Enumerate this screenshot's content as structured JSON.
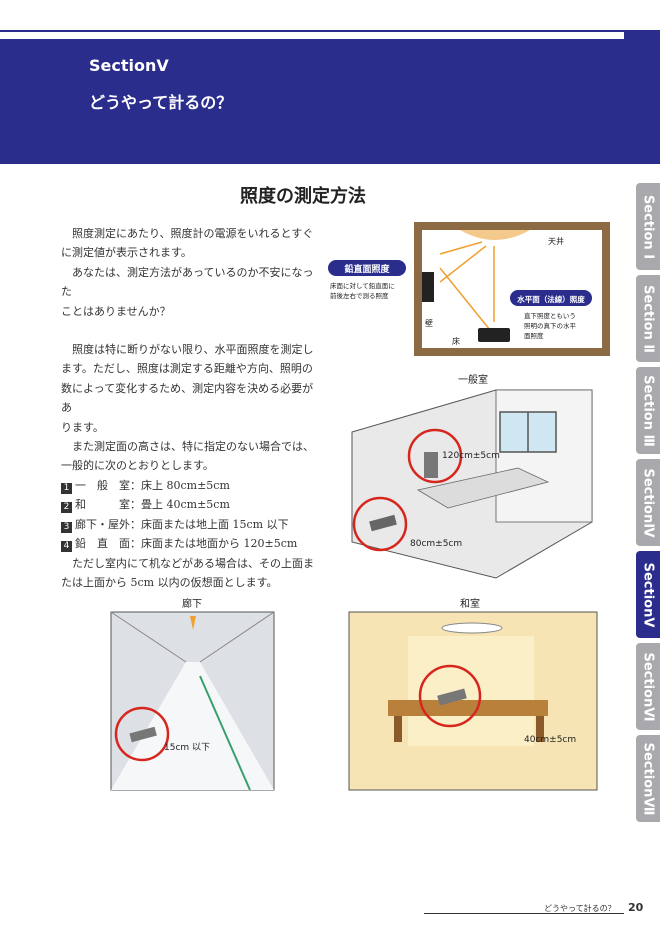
{
  "header": {
    "section": "SectionⅤ",
    "title": "どうやって計るの？"
  },
  "page_title": "照度の測定方法",
  "body": {
    "p1": [
      "照度測定にあたり、照度計の電源をいれるとすぐ",
      "に測定値が表示されます。"
    ],
    "p2": [
      "あなたは、測定方法があっているのか不安になった",
      "ことはありませんか？"
    ],
    "p3": [
      "照度は特に断りがない限り、水平面照度を測定し",
      "ます。ただし、照度は測定する距離や方向、照明の",
      "数によって変化するため、測定内容を決める必要があ",
      "ります。"
    ],
    "p4": [
      "また測定面の高さは、特に指定のない場合では、",
      "一般的に次のとおりとします。"
    ],
    "list": [
      {
        "num": "1",
        "text": "一　般　室：床上 80cm±5cm"
      },
      {
        "num": "2",
        "text": "和　　　室：畳上 40cm±5cm"
      },
      {
        "num": "3",
        "text": "廊下・屋外：床面または地上面 15cm 以下"
      },
      {
        "num": "4",
        "text": "鉛　直　面：床面または地面から 120±5cm"
      }
    ],
    "p5": [
      "ただし室内にて机などがある場合は、その上面ま",
      "たは上面から 5cm 以内の仮想面とします。"
    ]
  },
  "diagram_top": {
    "ceiling": "天井",
    "vertical_label": "鉛直面照度",
    "vertical_desc": [
      "床面に対して鉛直面に",
      "前後左右で測る照度"
    ],
    "wall": "壁",
    "horizontal_label": "水平面（法線）照度",
    "horizontal_desc": [
      "直下照度ともいう",
      "照明の真下の水平",
      "面照度"
    ],
    "floor": "床"
  },
  "general_room": {
    "title": "一般室",
    "dim1": "120cm±5cm",
    "dim2": "80cm±5cm"
  },
  "corridor": {
    "title": "廊下",
    "dim": "15cm 以下"
  },
  "washitsu": {
    "title": "和室",
    "dim": "40cm±5cm"
  },
  "side_tabs": [
    "Section Ⅰ",
    "Section Ⅱ",
    "Section Ⅲ",
    "SectionⅣ",
    "SectionⅤ",
    "SectionⅥ",
    "SectionⅦ"
  ],
  "active_tab": "SectionⅤ",
  "footer": {
    "text": "どうやって計るの？",
    "page": "20"
  },
  "colors": {
    "header": "#2a2d8c",
    "tab_inactive": "#a9a9ad",
    "accent_red": "#d7261e",
    "frame_brown": "#8b6a44"
  }
}
